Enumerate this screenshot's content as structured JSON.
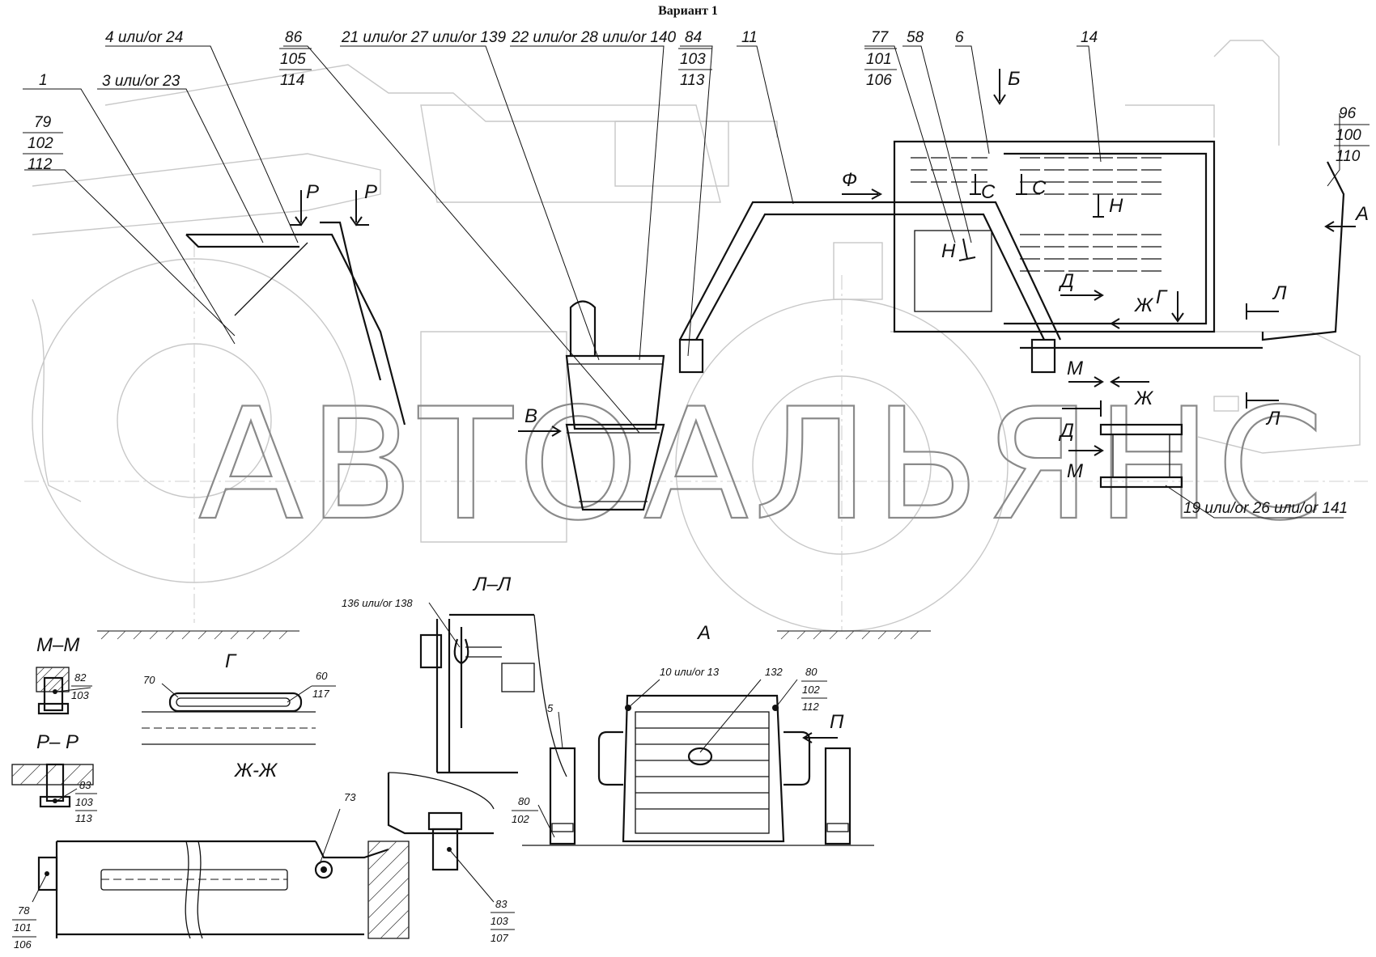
{
  "title": "Вариант 1",
  "watermark": "АВТОАЛЬЯНС",
  "callouts": {
    "c1": "1",
    "c79": [
      "79",
      "102",
      "112"
    ],
    "c3": "3 или/or 23",
    "c4": "4 или/or 24",
    "c86": [
      "86",
      "105",
      "114"
    ],
    "c21": "21 или/or  27 или/or 139",
    "c22": "22  или/or  28  или/or 140",
    "c84": [
      "84",
      "103",
      "113"
    ],
    "c11": "11",
    "c77": [
      "77",
      "101",
      "106"
    ],
    "c58": "58",
    "c6": "6",
    "c14": "14",
    "c96": [
      "96",
      "100",
      "110"
    ],
    "c19": "19  или/or  26  или/or 141"
  },
  "section_marks": {
    "P": "Р",
    "B_view": "Б",
    "F": "Ф",
    "C": "С",
    "H": "Н",
    "A": "А",
    "D": "Д",
    "Zh": "Ж",
    "G": "Г",
    "L": "Л",
    "M": "М",
    "V": "В"
  },
  "sections": {
    "mm": {
      "title": "М–М",
      "callout": [
        "82",
        "103"
      ]
    },
    "pp": {
      "title": "Р– Р",
      "callout": [
        "83",
        "103",
        "113"
      ]
    },
    "g": {
      "title": "Г",
      "callout_left": "70",
      "callout_right": [
        "60",
        "117"
      ]
    },
    "zhzh": {
      "title": "Ж-Ж",
      "callout_73": "73",
      "callout_left": [
        "78",
        "101",
        "106"
      ],
      "callout_right": [
        "83",
        "103",
        "107"
      ]
    },
    "ll": {
      "title": "Л–Л",
      "callout": "136 или/or 138"
    },
    "a": {
      "title": "А",
      "callout_10": "10 или/or 13",
      "callout_132": "132",
      "callout_80a": [
        "80",
        "102",
        "112"
      ],
      "callout_5": "5",
      "callout_80b": [
        "80",
        "102"
      ],
      "arrow_label": "П"
    }
  }
}
